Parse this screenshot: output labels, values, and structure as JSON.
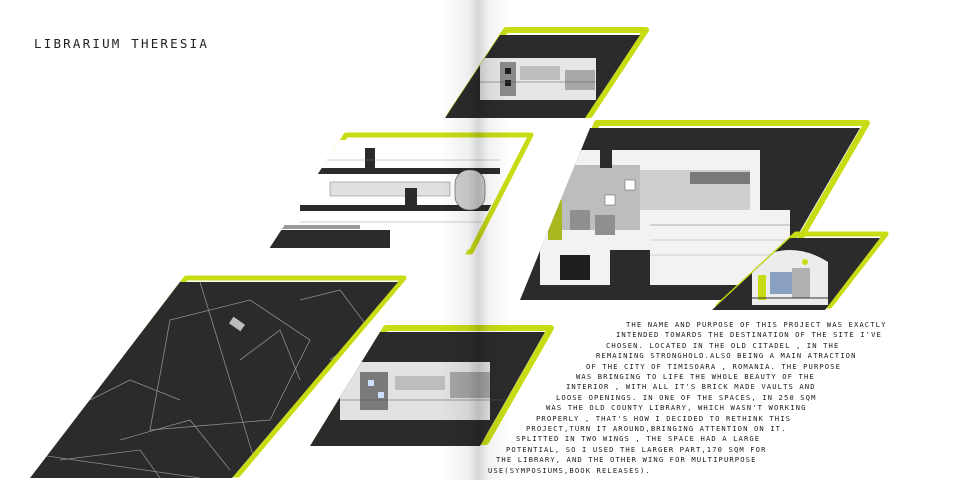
{
  "title": "LIBRARIUM THERESIA",
  "colors": {
    "accent": "#c8dc14",
    "panel_dark": "#2b2b2b",
    "panel_mid": "#6e6e6e",
    "panel_light": "#d6d6d6"
  },
  "panels": [
    {
      "name": "top-plan-panel",
      "content": "floor-plan-detail"
    },
    {
      "name": "corridor-plan-panel",
      "content": "floor-plan-corridor"
    },
    {
      "name": "large-plan-panel",
      "content": "floor-plan-main"
    },
    {
      "name": "section-panel",
      "content": "interior-section"
    },
    {
      "name": "site-map-panel",
      "content": "site-map"
    },
    {
      "name": "bottom-plan-panel",
      "content": "floor-plan-wing"
    }
  ],
  "body_lines": [
    "THE NAME AND PURPOSE OF THIS PROJECT WAS EXACTLY",
    "INTENDED TOWARDS THE DESTINATION OF THE SITE I'VE",
    "CHOSEN. LOCATED IN THE OLD CITADEL , IN THE",
    "REMAINING STRONGHOLD.ALSO BEING A MAIN ATRACTION",
    "OF THE CITY OF TIMISOARA , ROMANIA. THE PURPOSE",
    "WAS BRINGING TO LIFE THE WHOLE BEAUTY OF THE",
    "INTERIOR , WITH ALL IT'S BRICK MADE VAULTS AND",
    "LOOSE OPENINGS. IN ONE OF THE SPACES, IN 250 SQM",
    "WAS THE OLD COUNTY LIBRARY, WHICH WASN'T WORKING",
    "PROPERLY , THAT'S HOW I DECIDED TO RETHINK THIS",
    "PROJECT,TURN IT AROUND,BRINGING ATTENTION ON IT.",
    "SPLITTED IN TWO WINGS , THE SPACE HAD A LARGE",
    "POTENTIAL, SO I USED THE LARGER PART,170 SQM FOR",
    "THE LIBRARY, AND THE OTHER WING FOR MULTIPURPOSE",
    "USE(SYMPOSIUMS,BOOK RELEASES)."
  ]
}
